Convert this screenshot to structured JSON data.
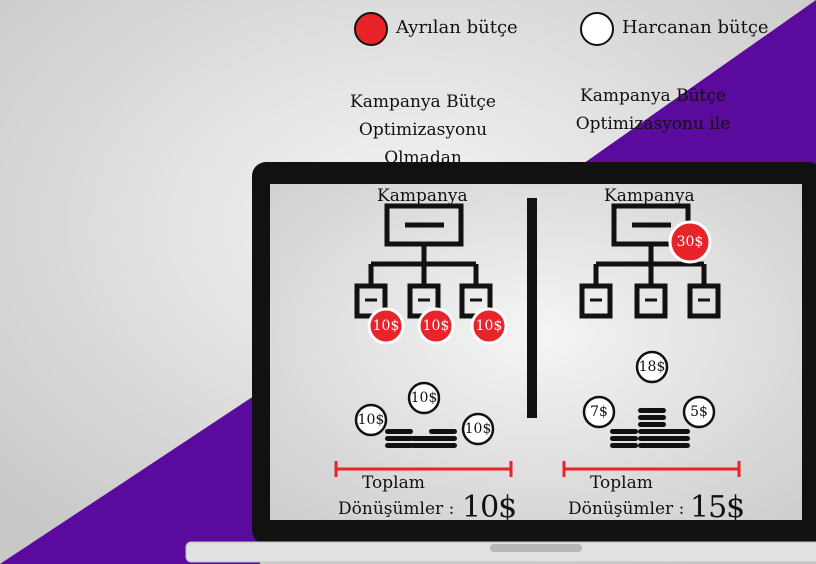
{
  "legend": {
    "allocated": "Ayrılan bütçe",
    "spent": "Harcanan bütçe"
  },
  "left": {
    "title": "Kampanya Bütçe Optimizasyonu Olmadan",
    "root_label": "Kampanya",
    "adset_badges": [
      "10$",
      "10$",
      "10$"
    ],
    "coins": [
      "10$",
      "10$",
      "10$"
    ],
    "total_line1": "Toplam",
    "total_line2": "Dönüşümler :",
    "total_value": "10$"
  },
  "right": {
    "title": "Kampanya Bütçe Optimizasyonu ile",
    "root_label": "Kampanya",
    "campaign_badge": "30$",
    "coins": [
      "7$",
      "18$",
      "5$"
    ],
    "total_line1": "Toplam",
    "total_line2": "Dönüşümler :",
    "total_value": "15$"
  },
  "colors": {
    "purple": "#5a0a9c",
    "red": "#e8232a",
    "bg": "#e6e6e6",
    "laptop": "#111111"
  }
}
